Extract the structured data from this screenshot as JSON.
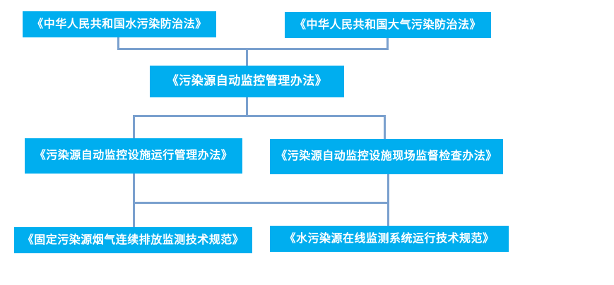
{
  "diagram": {
    "type": "flowchart",
    "background": "#FFFFFF",
    "colors": {
      "node_fill": "#00AEEF",
      "node_text": "#FFFFFF",
      "connector": "#7AA0CE"
    },
    "nodes": [
      {
        "id": "water-pollution-law",
        "level": 1,
        "label": "《中华人民共和国水污染防治法》"
      },
      {
        "id": "air-pollution-law",
        "level": 1,
        "label": "《中华人民共和国大气污染防治法》"
      },
      {
        "id": "auto-monitoring-measures",
        "level": 2,
        "label": "《污染源自动监控管理办法》"
      },
      {
        "id": "facility-operation-measures",
        "level": 3,
        "label": "《污染源自动监控设施运行管理办法》"
      },
      {
        "id": "onsite-inspection-measures",
        "level": 3,
        "label": "《污染源自动监控设施现场监督检查办法》"
      },
      {
        "id": "flue-gas-cems-spec",
        "level": 4,
        "label": "《固定污染源烟气连续排放监测技术规范》"
      },
      {
        "id": "water-online-monitoring-spec",
        "level": 4,
        "label": "《水污染源在线监测系统运行技术规范》"
      }
    ],
    "edges": [
      {
        "from": "water-pollution-law",
        "to": "auto-monitoring-measures"
      },
      {
        "from": "air-pollution-law",
        "to": "auto-monitoring-measures"
      },
      {
        "from": "auto-monitoring-measures",
        "to": "facility-operation-measures"
      },
      {
        "from": "auto-monitoring-measures",
        "to": "onsite-inspection-measures"
      },
      {
        "from": "facility-operation-measures",
        "to": "flue-gas-cems-spec"
      },
      {
        "from": "facility-operation-measures",
        "to": "water-online-monitoring-spec"
      },
      {
        "from": "onsite-inspection-measures",
        "to": "flue-gas-cems-spec"
      },
      {
        "from": "onsite-inspection-measures",
        "to": "water-online-monitoring-spec"
      }
    ]
  }
}
